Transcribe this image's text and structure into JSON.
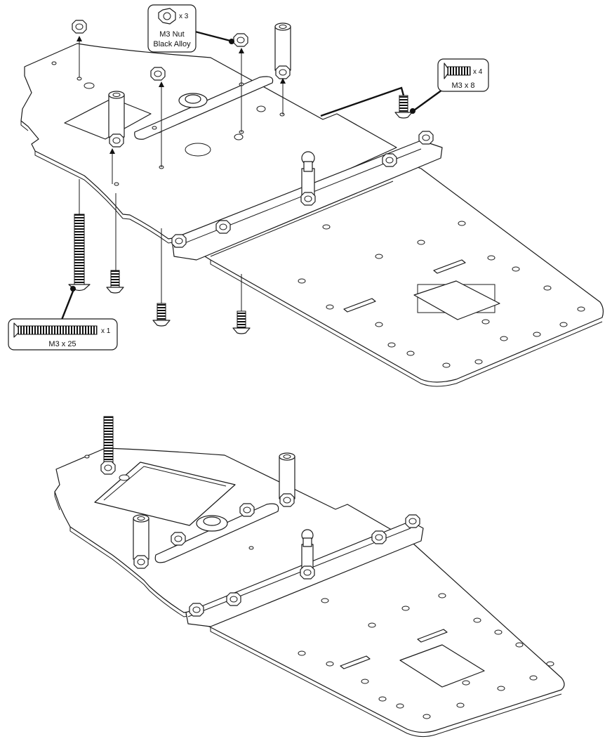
{
  "callouts": {
    "nut": {
      "qty": "x 3",
      "line1": "M3 Nut",
      "line2": "Black Alloy"
    },
    "screw_short": {
      "qty": "x 4",
      "label": "M3 x 8"
    },
    "screw_long": {
      "qty": "x 1",
      "label": "M3 x 25"
    }
  }
}
